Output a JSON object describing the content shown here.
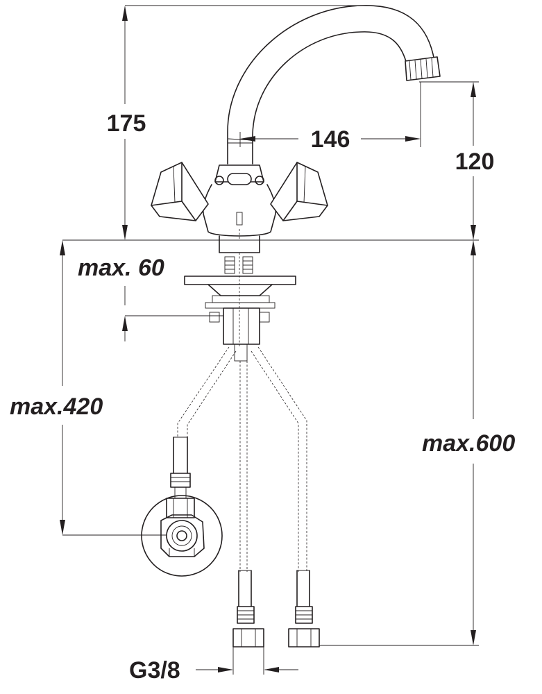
{
  "dimensions": {
    "spout_height": "175",
    "spout_reach": "146",
    "outlet_clearance": "120",
    "max_deck_thickness": "max. 60",
    "max_wall_valve_depth": "max.420",
    "max_hose_length": "max.600",
    "thread_size": "G3/8"
  }
}
